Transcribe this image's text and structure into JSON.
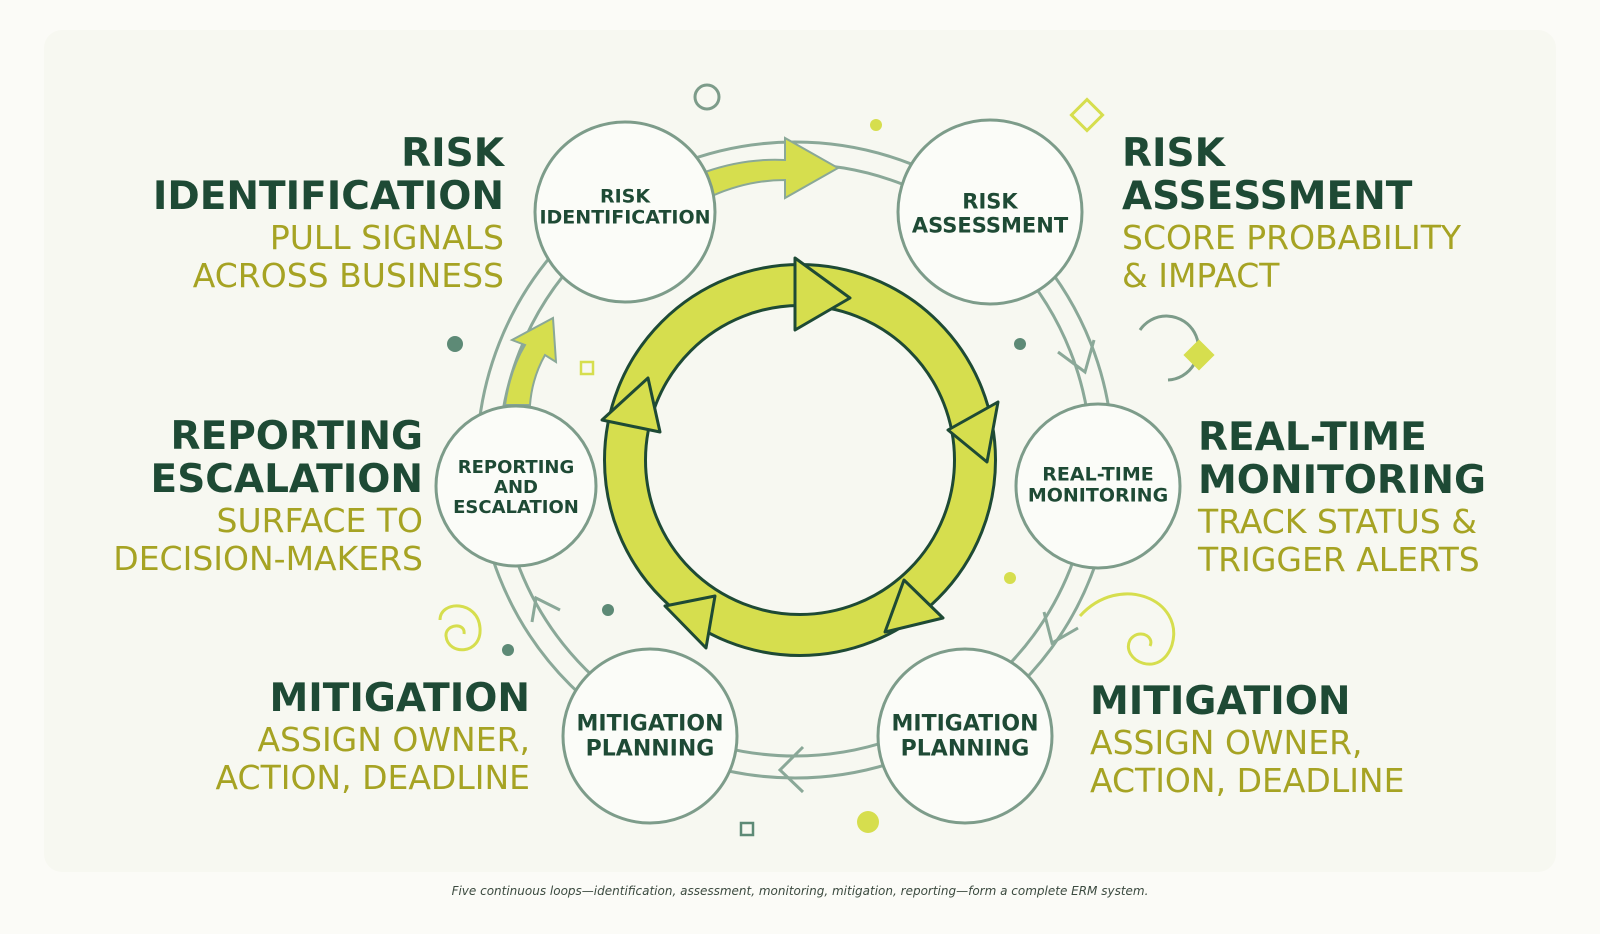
{
  "nodes": [
    {
      "id": "identification",
      "circle_lines": [
        "RISK",
        "IDENTIFICATION"
      ],
      "heading_lines": [
        "RISK",
        "IDENTIFICATION"
      ],
      "desc_lines": [
        "PULL SIGNALS",
        "ACROSS BUSINESS"
      ]
    },
    {
      "id": "assessment",
      "circle_lines": [
        "RISK",
        "ASSESSMENT"
      ],
      "heading_lines": [
        "RISK",
        "ASSESSMENT"
      ],
      "desc_lines": [
        "SCORE PROBABILITY",
        "& IMPACT"
      ]
    },
    {
      "id": "monitoring",
      "circle_lines": [
        "REAL-TIME",
        "MONITORING"
      ],
      "heading_lines": [
        "REAL-TIME",
        "MONITORING"
      ],
      "desc_lines": [
        "TRACK STATUS &",
        "TRIGGER ALERTS"
      ]
    },
    {
      "id": "mitigation-right",
      "circle_lines": [
        "MITIGATION",
        "PLANNING"
      ],
      "heading_lines": [
        "MITIGATION"
      ],
      "desc_lines": [
        "ASSIGN OWNER,",
        "ACTION, DEADLINE"
      ]
    },
    {
      "id": "mitigation-left",
      "circle_lines": [
        "MITIGATION",
        "PLANNING"
      ],
      "heading_lines": [
        "MITIGATION"
      ],
      "desc_lines": [
        "ASSIGN OWNER,",
        "ACTION, DEADLINE"
      ]
    },
    {
      "id": "reporting",
      "circle_lines": [
        "REPORTING",
        "AND",
        "ESCALATION"
      ],
      "heading_lines": [
        "REPORTING",
        "ESCALATION"
      ],
      "desc_lines": [
        "SURFACE TO",
        "DECISION-MAKERS"
      ]
    }
  ],
  "caption": "Five continuous loops—identification, assessment, monitoring, mitigation, reporting—form a complete ERM system.",
  "colors": {
    "dark_green": "#1e4a35",
    "olive": "#a6a323",
    "lime": "#d6de4e",
    "gray_green": "#7d9c8a",
    "background": "#f7f8f1"
  }
}
